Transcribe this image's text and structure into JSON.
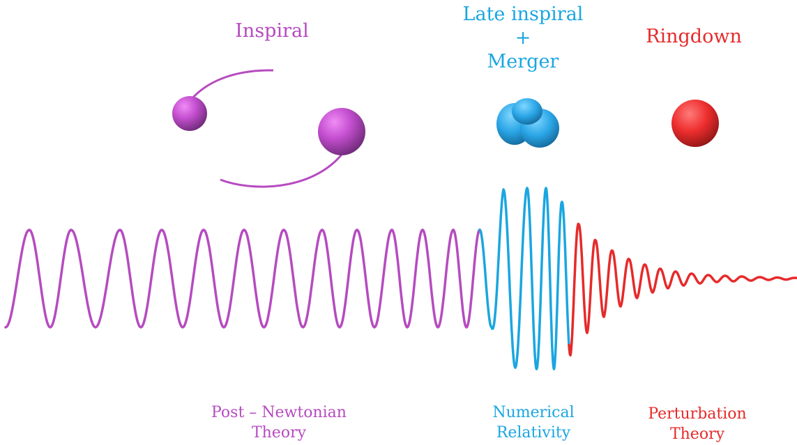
{
  "colors": {
    "purple": "#b64bc0",
    "blue": "#1aa6e0",
    "red": "#e62a2a"
  },
  "phases": {
    "inspiral": "Inspiral",
    "merger_line1": "Late inspiral",
    "merger_line2": "+",
    "merger_line3": "Merger",
    "ringdown": "Ringdown"
  },
  "theories": {
    "pn_line1": "Post – Newtonian",
    "pn_line2": "Theory",
    "nr_line1": "Numerical",
    "nr_line2": "Relativity",
    "pt_line1": "Perturbation",
    "pt_line2": "Theory"
  },
  "icons": [
    "binary-orbit-icon",
    "merged-blob-icon",
    "final-black-hole-icon"
  ]
}
